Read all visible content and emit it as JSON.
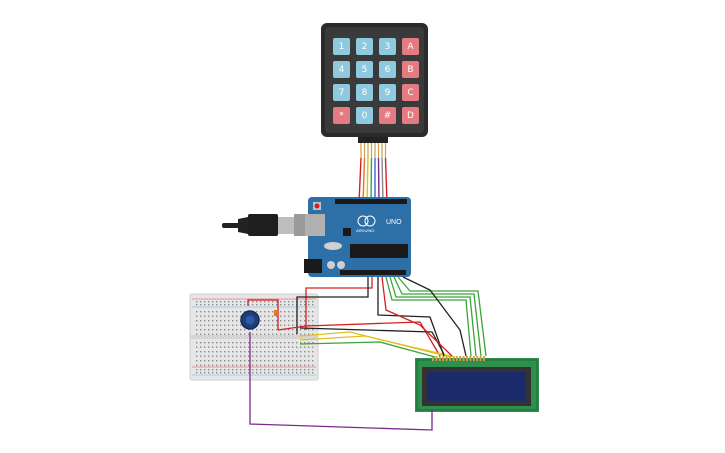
{
  "keypad": {
    "rows": [
      [
        {
          "label": "1",
          "kind": "num"
        },
        {
          "label": "2",
          "kind": "num"
        },
        {
          "label": "3",
          "kind": "num"
        },
        {
          "label": "A",
          "kind": "letter"
        }
      ],
      [
        {
          "label": "4",
          "kind": "num"
        },
        {
          "label": "5",
          "kind": "num"
        },
        {
          "label": "6",
          "kind": "num"
        },
        {
          "label": "B",
          "kind": "letter"
        }
      ],
      [
        {
          "label": "7",
          "kind": "num"
        },
        {
          "label": "8",
          "kind": "num"
        },
        {
          "label": "9",
          "kind": "num"
        },
        {
          "label": "C",
          "kind": "letter"
        }
      ],
      [
        {
          "label": "*",
          "kind": "letter"
        },
        {
          "label": "0",
          "kind": "num"
        },
        {
          "label": "#",
          "kind": "letter"
        },
        {
          "label": "D",
          "kind": "letter"
        }
      ]
    ]
  },
  "arduino": {
    "model_label": "UNO",
    "brand_label": "ARDUINO"
  },
  "colors": {
    "keypad_body": "#2b2b2b",
    "key_num": "#8ec9e0",
    "key_letter": "#e57b82",
    "board": "#2d6fa7",
    "breadboard": "#e6e6e6",
    "lcd_body": "#2f8f4e",
    "lcd_screen": "#1b2a6b",
    "wire_red": "#d62020",
    "wire_black": "#222222",
    "wire_green": "#3aa33a",
    "wire_yellow": "#e0c020",
    "wire_purple": "#7a2a8a",
    "wire_orange": "#e07a20"
  },
  "components": [
    "4x4-keypad",
    "arduino-uno",
    "usb-cable",
    "breadboard",
    "potentiometer",
    "lcd-16x2"
  ]
}
